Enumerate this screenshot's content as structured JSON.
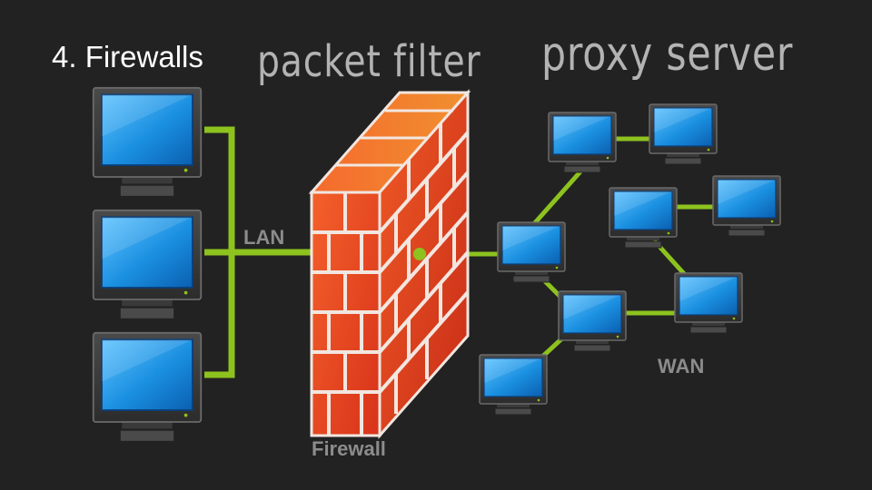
{
  "slide": {
    "title": "4. Firewalls",
    "annotations": [
      "packet filter",
      "proxy server"
    ],
    "labels": {
      "lan": "LAN",
      "wan": "WAN",
      "firewall": "Firewall"
    }
  },
  "colors": {
    "background": "#222222",
    "link": "#8dc21f",
    "brick": "#e8431c",
    "mortar": "#f2e6e0",
    "screen": "#1a8fe0"
  },
  "icons": [
    "monitor-icon",
    "brick-wall-icon"
  ]
}
